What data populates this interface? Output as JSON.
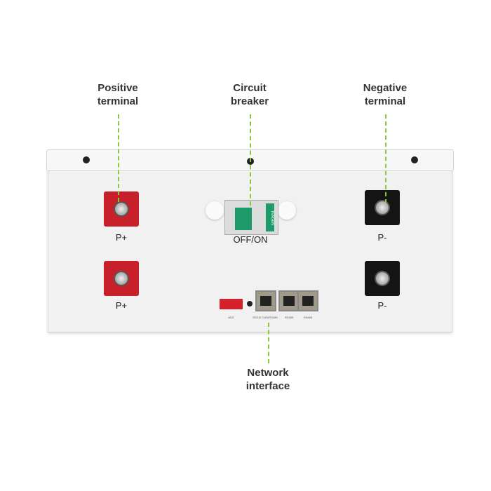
{
  "callouts": {
    "positive": [
      "Positive",
      "terminal"
    ],
    "breaker": [
      "Circuit",
      "breaker"
    ],
    "negative": [
      "Negative",
      "terminal"
    ],
    "network": [
      "Network",
      "interface"
    ]
  },
  "terminals": {
    "positive_label": "P+",
    "negative_label": "P-"
  },
  "breaker": {
    "label": "OFF/ON",
    "brand": "TENGEN"
  },
  "ports": {
    "dip_label": "ADS",
    "port1_label": "RS232 CAN/RS485",
    "port2_label": "RS485",
    "port3_label": "RS485"
  },
  "colors": {
    "accent": "#8cc63f",
    "positive": "#c8202a",
    "negative": "#141414",
    "breaker": "#1e9a6a"
  }
}
